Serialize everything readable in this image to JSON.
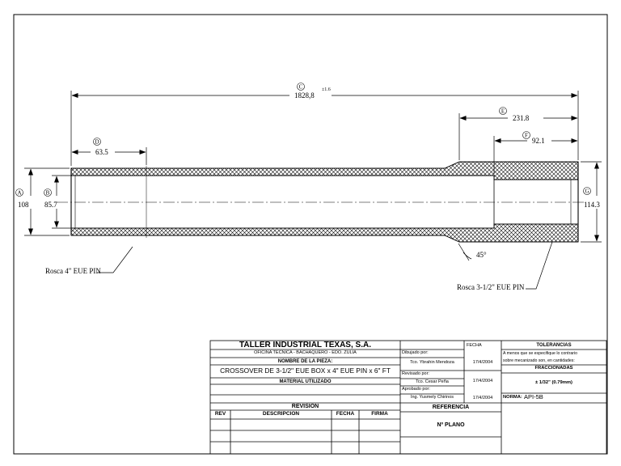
{
  "drawing": {
    "dim_overall": {
      "tag": "C",
      "value": "1828,8",
      "tol": "±1.6"
    },
    "dim_e": {
      "tag": "E",
      "value": "231.8"
    },
    "dim_f": {
      "tag": "F",
      "value": "92.1"
    },
    "dim_d": {
      "tag": "D",
      "value": "63.5"
    },
    "dim_a": {
      "tag": "A",
      "value": "108"
    },
    "dim_b": {
      "tag": "B",
      "value": "85.7"
    },
    "dim_g": {
      "tag": "G",
      "value": "114.3"
    },
    "angle": "45°",
    "thread_left": "Rosca 4\" EUE  PIN",
    "thread_right": "Rosca 3-1/2\" EUE  PIN"
  },
  "title_block": {
    "company": "TALLER INDUSTRIAL TEXAS, S.A.",
    "office": "OFICINA TECNICA - BACHAQUERO - EDO. ZULIA",
    "piece_label": "NOMBRE DE LA PIEZA:",
    "piece_name": "CROSSOVER DE 3-1/2\" EUE BOX x 4\" EUE PIN x 6\" FT",
    "material_label": "MATERIAL UTILIZADO",
    "revision_label": "REVISION",
    "rev_headers": [
      "REV",
      "DESCRIPCION",
      "FECHA",
      "FIRMA"
    ],
    "drawn_label": "Dibujado por:",
    "drawn_by": "Tco. Ybrahin Mendoza",
    "drawn_date": "17/4/2004",
    "reviewed_label": "Revisado por:",
    "reviewed_by": "Tco. Cesar Peña",
    "reviewed_date": "17/4/2004",
    "approved_label": "Aprobado por:",
    "approved_by": "Ing. Yusmely Chirinos",
    "approved_date": "17/4/2004",
    "fecha_label": "FECHA",
    "referencia_label": "REFERENCIA",
    "plano_label": "Nº PLANO",
    "tolerances_title": "TOLERANCIAS",
    "tolerances_note_1": "A menos que se especifique lo contrario",
    "tolerances_note_2": "sobre mecanizado son, en cantidades:",
    "fractions_label": "FRACCIONADAS",
    "fractions_value": "± 1/32\" (0.79mm)",
    "norma_label": "NORMA:",
    "norma_value": "API-5B"
  }
}
